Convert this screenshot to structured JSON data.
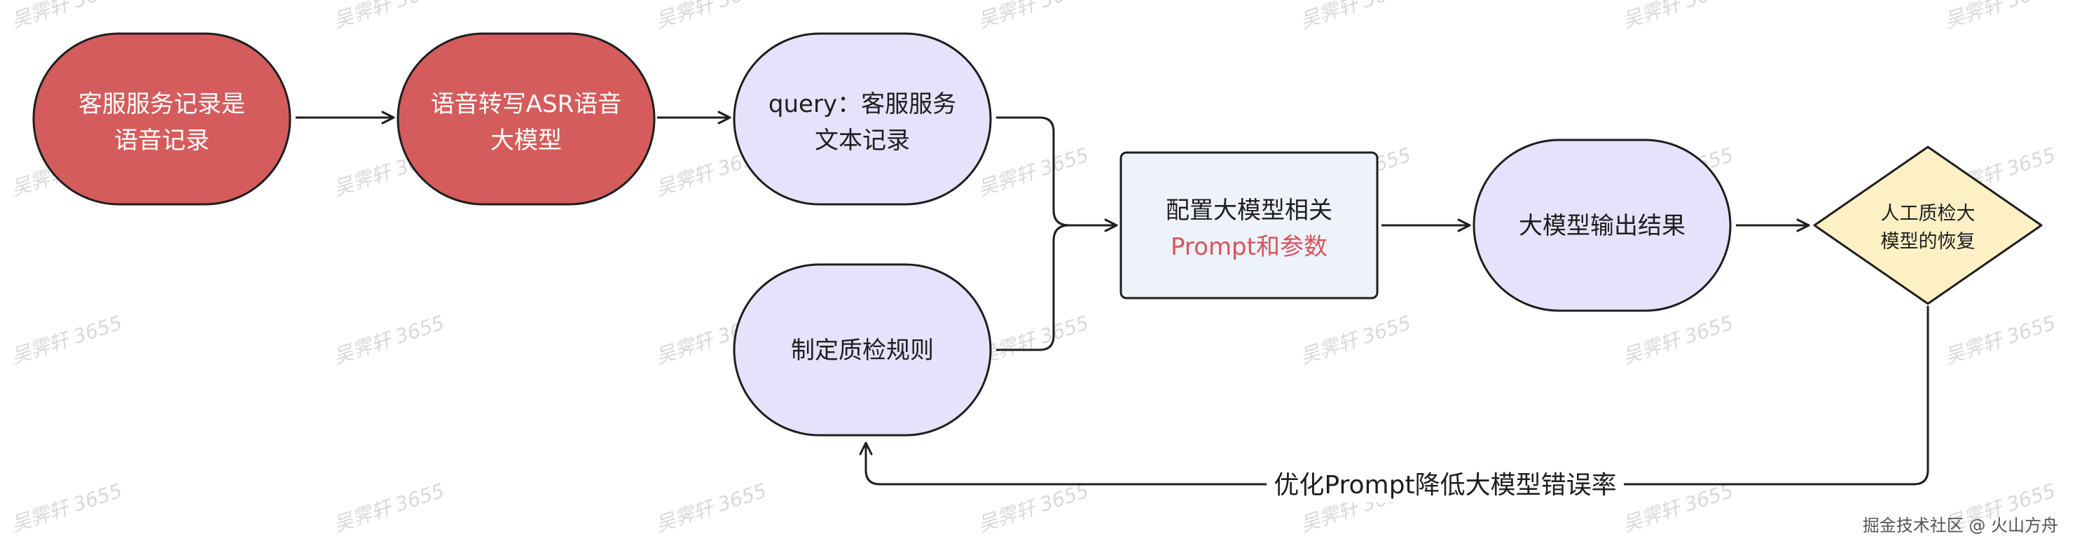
{
  "colors": {
    "red_fill": "#d55c5c",
    "red_stroke": "#1e1e1e",
    "lavender_fill": "#e6e2fc",
    "box_fill": "#eef2fa",
    "diamond_fill": "#fcf0c4",
    "line": "#1e1e1e",
    "text_dark": "#1e1e1e",
    "text_white": "#ffffff",
    "text_red": "#d8545c",
    "watermark": "#d9d9d9"
  },
  "nodes": {
    "voice_records": {
      "line1": "客服服务记录是",
      "line2": "语音记录"
    },
    "asr_model": {
      "line1": "语音转写ASR语音",
      "line2": "大模型"
    },
    "query_text": {
      "line1": "query：客服服务",
      "line2": "文本记录"
    },
    "qc_rules": {
      "line1": "制定质检规则"
    },
    "config_prompt": {
      "line1": "配置大模型相关",
      "line2": "Prompt和参数"
    },
    "model_output": {
      "line1": "大模型输出结果"
    },
    "human_check": {
      "line1": "人工质检大",
      "line2": "模型的恢复"
    }
  },
  "edges": {
    "feedback_label": "优化Prompt降低大模型错误率"
  },
  "watermark": {
    "text": "吴霁轩 3655"
  },
  "footer": {
    "text": "掘金技术社区 @ 火山方舟"
  }
}
